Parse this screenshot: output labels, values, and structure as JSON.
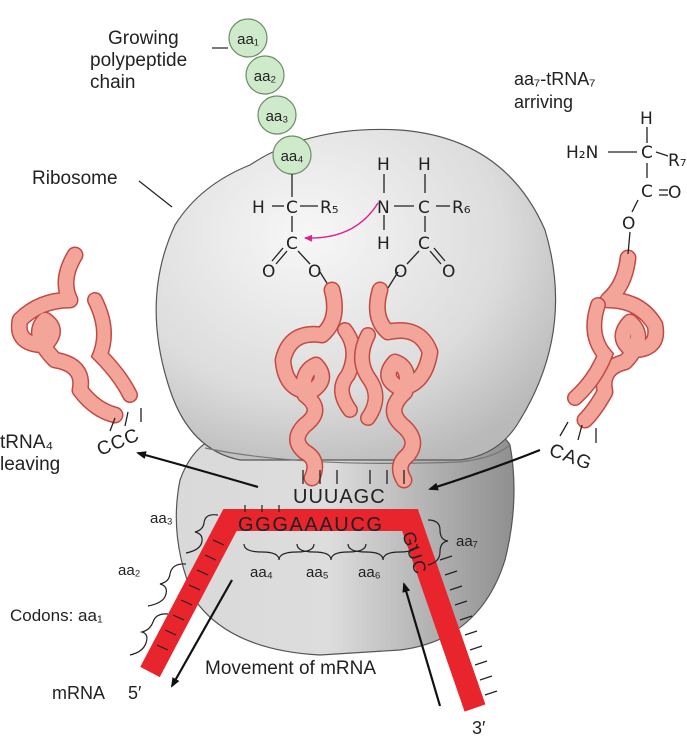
{
  "colors": {
    "mrna_red": "#e8242c",
    "trna_pink": "#f4a59a",
    "trna_outline": "#c24a44",
    "aa_green": "#cfe9cb",
    "aa_outline": "#6a8f67",
    "ribosome_light": "#f2f2f2",
    "ribosome_dark": "#9a9a9a",
    "bond_arrow": "#e0208c"
  },
  "labels": {
    "growing_l1": "Growing",
    "growing_l2": "polypeptide",
    "growing_l3": "chain",
    "ribosome": "Ribosome",
    "arriving_l1": "aa₇-tRNA₇",
    "arriving_l2": "arriving",
    "leaving_l1": "tRNA₄",
    "leaving_l2": "leaving",
    "codons": "Codons: aa₁",
    "mrna": "mRNA",
    "five_prime": "5′",
    "three_prime": "3′",
    "movement": "Movement of mRNA"
  },
  "chain": [
    "aa₁",
    "aa₂",
    "aa₃",
    "aa₄"
  ],
  "codon_labels": {
    "aa2": "aa₂",
    "aa3": "aa₃",
    "aa4": "aa₄",
    "aa5": "aa₅",
    "aa6": "aa₆",
    "aa7": "aa₇"
  },
  "sequences": {
    "mrna_main": "GGGAAAUCG",
    "mrna_next": "GUC",
    "anticodon_sites": "UUUAGC",
    "anticodon_leaving": "CCC",
    "anticodon_arriving": "CAG"
  },
  "chem": {
    "H": "H",
    "C": "C",
    "N": "N",
    "O": "O",
    "R5": "R₅",
    "R6": "R₆",
    "R7": "R₇",
    "H2N": "H₂N"
  }
}
